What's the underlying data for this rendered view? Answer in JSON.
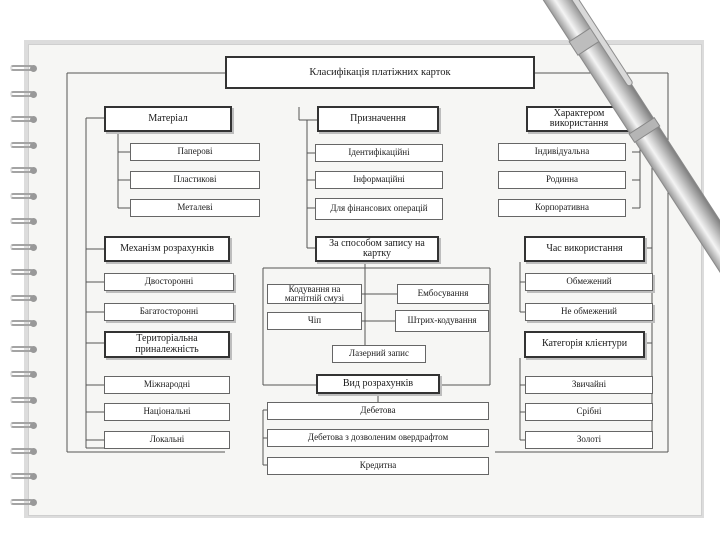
{
  "title": "Класифікація платіжних карток",
  "columns": {
    "material": {
      "header": "Матеріал",
      "items": [
        "Паперові",
        "Пластикові",
        "Металеві"
      ]
    },
    "purpose": {
      "header": "Призначення",
      "items": [
        "Ідентифікаційні",
        "Інформаційні",
        "Для фінансових операцій"
      ]
    },
    "usage_character": {
      "header": "Характером використання",
      "items": [
        "Індивідуальна",
        "Родинна",
        "Корпоративна"
      ]
    },
    "settlement_mechanism": {
      "header": "Механізм розрахунків",
      "items": [
        "Двосторонні",
        "Багатосторонні"
      ]
    },
    "recording_method": {
      "header": "За способом запису на картку",
      "items": [
        "Кодування на магнітній смузі",
        "Ембосування",
        "Чіп",
        "Штрих-кодування",
        "Лазерний запис"
      ]
    },
    "usage_time": {
      "header": "Час використання",
      "items": [
        "Обмежений",
        "Не обмежений"
      ]
    },
    "territorial": {
      "header": "Територіальна приналежність",
      "items": [
        "Міжнародні",
        "Національні",
        "Локальні"
      ]
    },
    "settlement_type": {
      "header": "Вид розрахунків",
      "items": [
        "Дебетова",
        "Дебетова з дозволеним овердрафтом",
        "Кредитна"
      ]
    },
    "client_category": {
      "header": "Категорія клієнтури",
      "items": [
        "Звичайні",
        "Срібні",
        "Золоті"
      ]
    }
  }
}
